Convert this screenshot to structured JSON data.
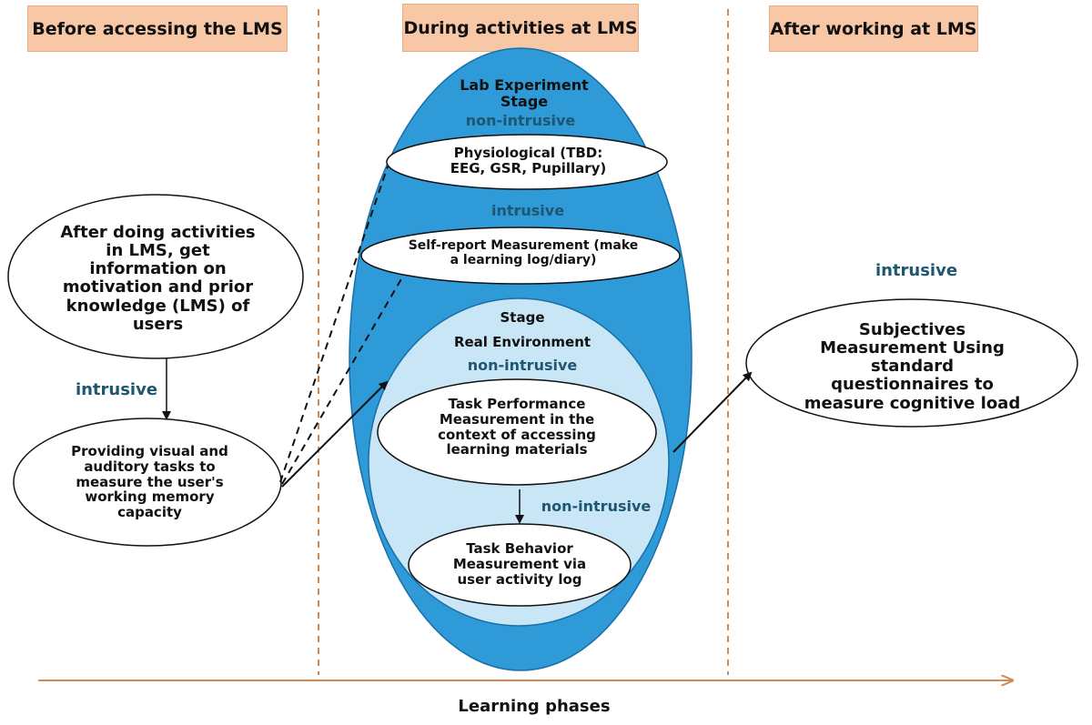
{
  "phases": {
    "before": "Before accessing the LMS",
    "during": "During activities at LMS",
    "after": "After working at LMS"
  },
  "left": {
    "top_node": "After doing activities in LMS, get information on motivation and prior knowledge (LMS) of users",
    "edge_label": "intrusive",
    "bottom_node": "Providing visual and auditory tasks to measure the user's working memory capacity"
  },
  "middle": {
    "lab_stage": "Lab Experiment Stage",
    "label_non_intrusive_1": "non-intrusive",
    "physiological": "Physiological (TBD: EEG, GSR, Pupillary)",
    "label_intrusive": "intrusive",
    "self_report": "Self-report Measurement (make a learning log/diary)",
    "stage_line1": "Stage",
    "stage_line2": "Real Environment",
    "label_non_intrusive_2": "non-intrusive",
    "task_performance": "Task Performance Measurement in the context of accessing learning materials",
    "label_non_intrusive_3": "non-intrusive",
    "task_behavior": "Task Behavior Measurement via user activity log"
  },
  "right": {
    "label": "intrusive",
    "node": "Subjectives Measurement Using standard questionnaires to measure cognitive load"
  },
  "axis_label": "Learning phases",
  "colors": {
    "header_fill": "#f7c7a6",
    "outer_ellipse": "#2f9ad8",
    "inner_ellipse": "#c9e6f6",
    "teal_label": "#1f5670",
    "dashed_divider": "#d08a52",
    "axis_arrow": "#d08a52"
  }
}
